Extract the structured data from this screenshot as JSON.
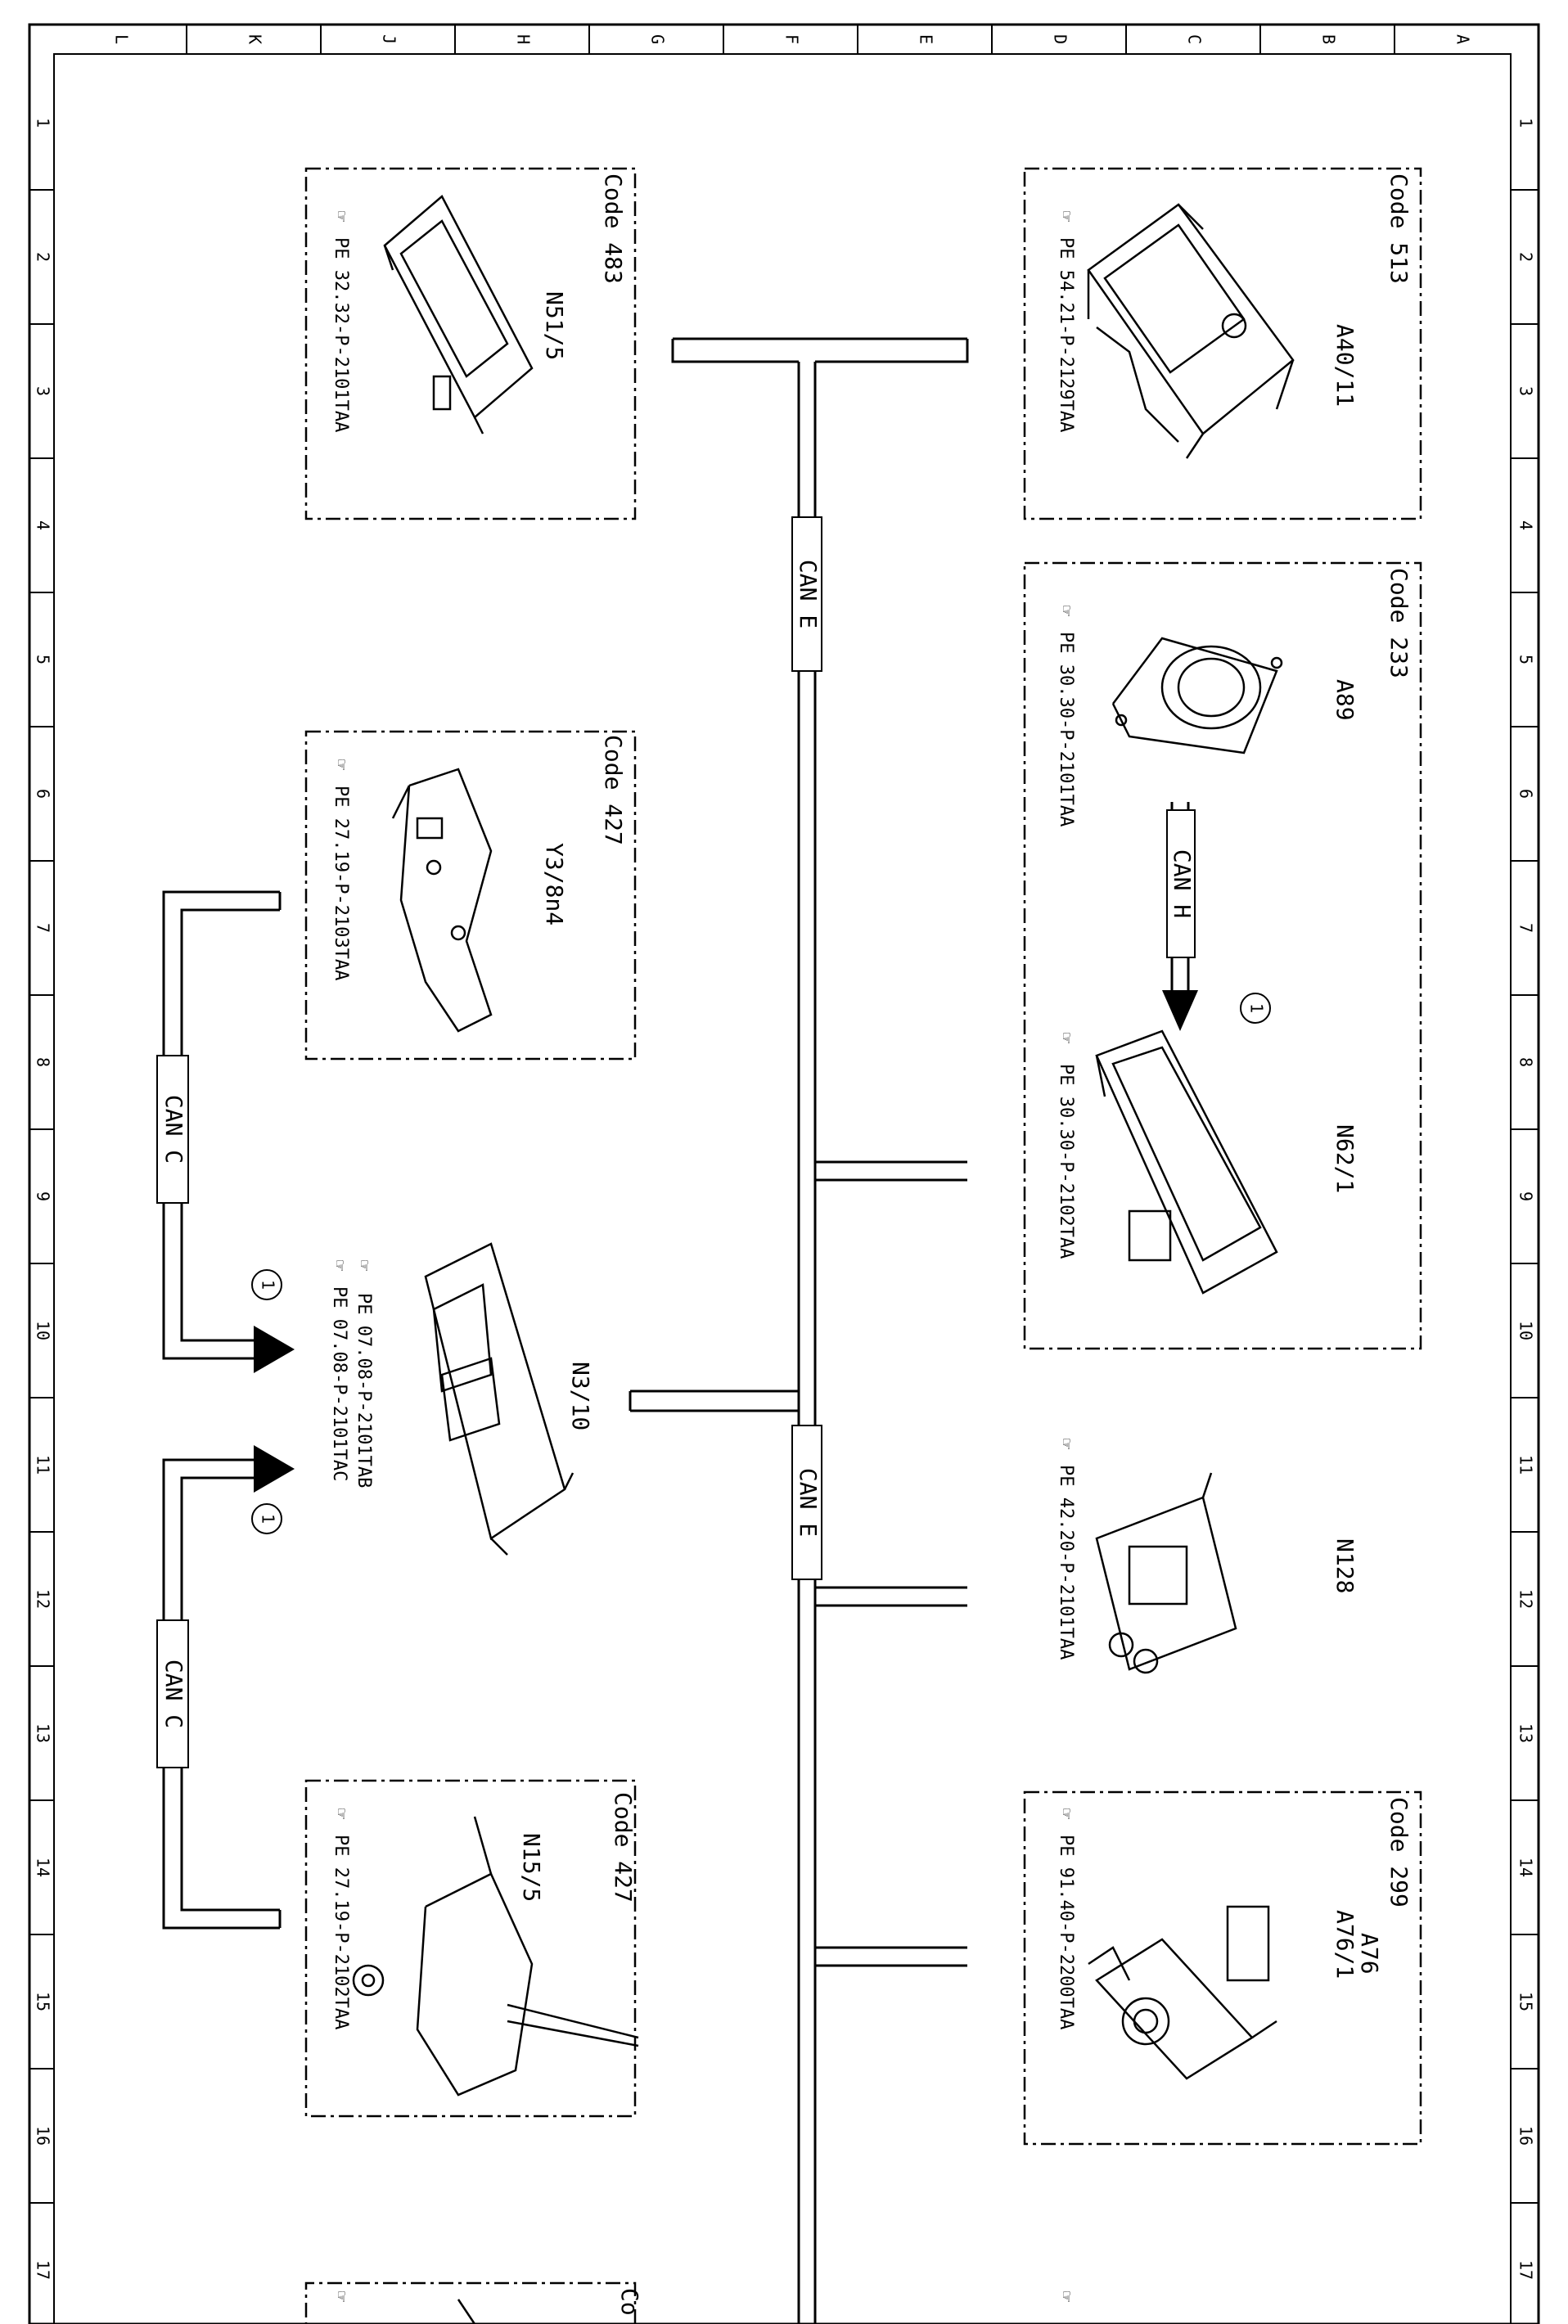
{
  "border": {
    "col_letters": [
      "L",
      "K",
      "J",
      "H",
      "G",
      "F",
      "E",
      "D",
      "C",
      "B",
      "A"
    ],
    "row_numbers": [
      "1",
      "2",
      "3",
      "4",
      "5",
      "6",
      "7",
      "8",
      "9",
      "10",
      "11",
      "12",
      "13",
      "14",
      "15",
      "16",
      "17"
    ]
  },
  "bus": {
    "can_e_label": "CAN E",
    "can_h_label": "CAN H",
    "can_c_label": "CAN C",
    "note_marker": "1"
  },
  "modules": [
    {
      "code": "Code 513",
      "name": "A40/11",
      "ref": "PE 54.21-P-2129TAA"
    },
    {
      "code": "Code 483",
      "name": "N51/5",
      "ref": "PE 32.32-P-2101TAA"
    },
    {
      "code": "Code 233",
      "name": "A89",
      "ref": "PE 30.30-P-2101TAA"
    },
    {
      "code": "",
      "name": "N62/1",
      "ref": "PE 30.30-P-2102TAA"
    },
    {
      "code": "Code 427",
      "name": "Y3/8n4",
      "ref": "PE 27.19-P-2103TAA"
    },
    {
      "code": "",
      "name": "N3/10",
      "ref": "PE 07.08-P-2101TAB",
      "ref2": "PE 07.08-P-2101TAC"
    },
    {
      "code": "",
      "name": "N128",
      "ref": "PE 42.20-P-2101TAA"
    },
    {
      "code": "Code 299",
      "name": "A76",
      "name2": "A76/1",
      "ref": "PE 91.40-P-2200TAA"
    },
    {
      "code": "Code 427",
      "name": "N15/5",
      "ref": "PE 27.19-P-2102TAA"
    }
  ],
  "partial_bottom": {
    "code_fragment": "Co"
  }
}
